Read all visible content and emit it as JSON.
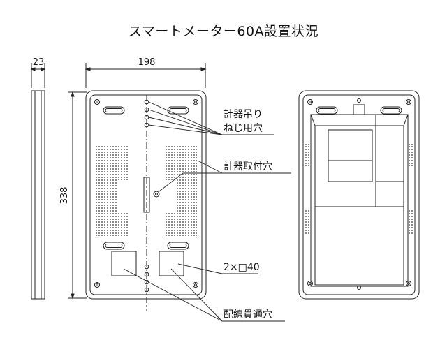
{
  "title": "スマートメーター60A設置状況",
  "dimensions": {
    "thickness": "23",
    "width": "198",
    "height": "338"
  },
  "labels": {
    "hang_screw_hole_line1": "計器吊り",
    "hang_screw_hole_line2": "ねじ用穴",
    "mount_hole": "計器取付穴",
    "square_size": "2×□40",
    "wiring_hole": "配線貫通穴"
  },
  "colors": {
    "line": "#222222",
    "fill": "#ffffff"
  }
}
